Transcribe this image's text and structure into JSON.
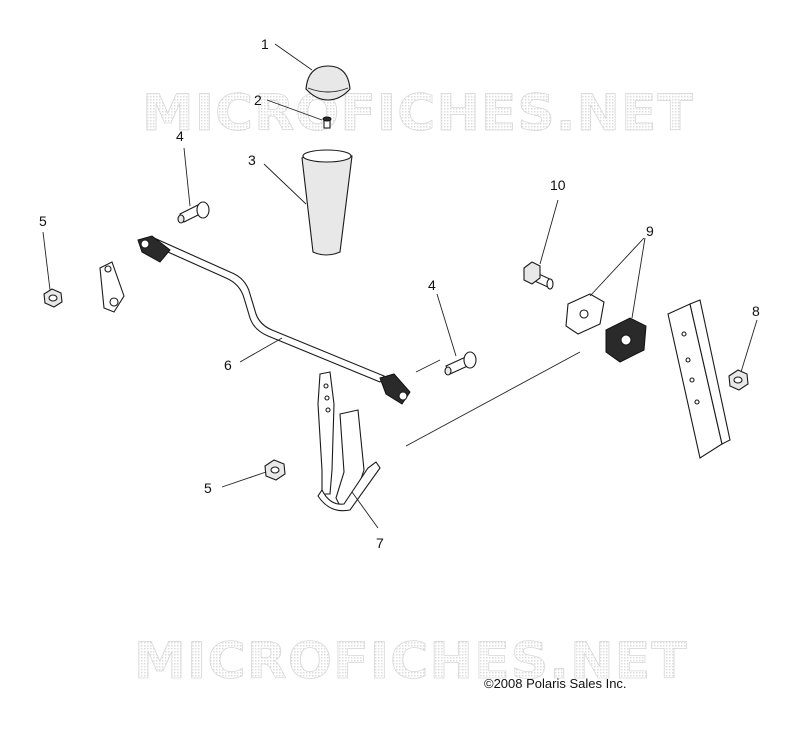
{
  "watermark": {
    "top_text": "MICROFICHES.NET",
    "bottom_text": "MICROFICHES.NET"
  },
  "callouts": {
    "c1": "1",
    "c2": "2",
    "c3": "3",
    "c4a": "4",
    "c4b": "4",
    "c5a": "5",
    "c5b": "5",
    "c6": "6",
    "c7": "7",
    "c8": "8",
    "c9": "9",
    "c10": "10"
  },
  "copyright": "©2008 Polaris Sales Inc."
}
